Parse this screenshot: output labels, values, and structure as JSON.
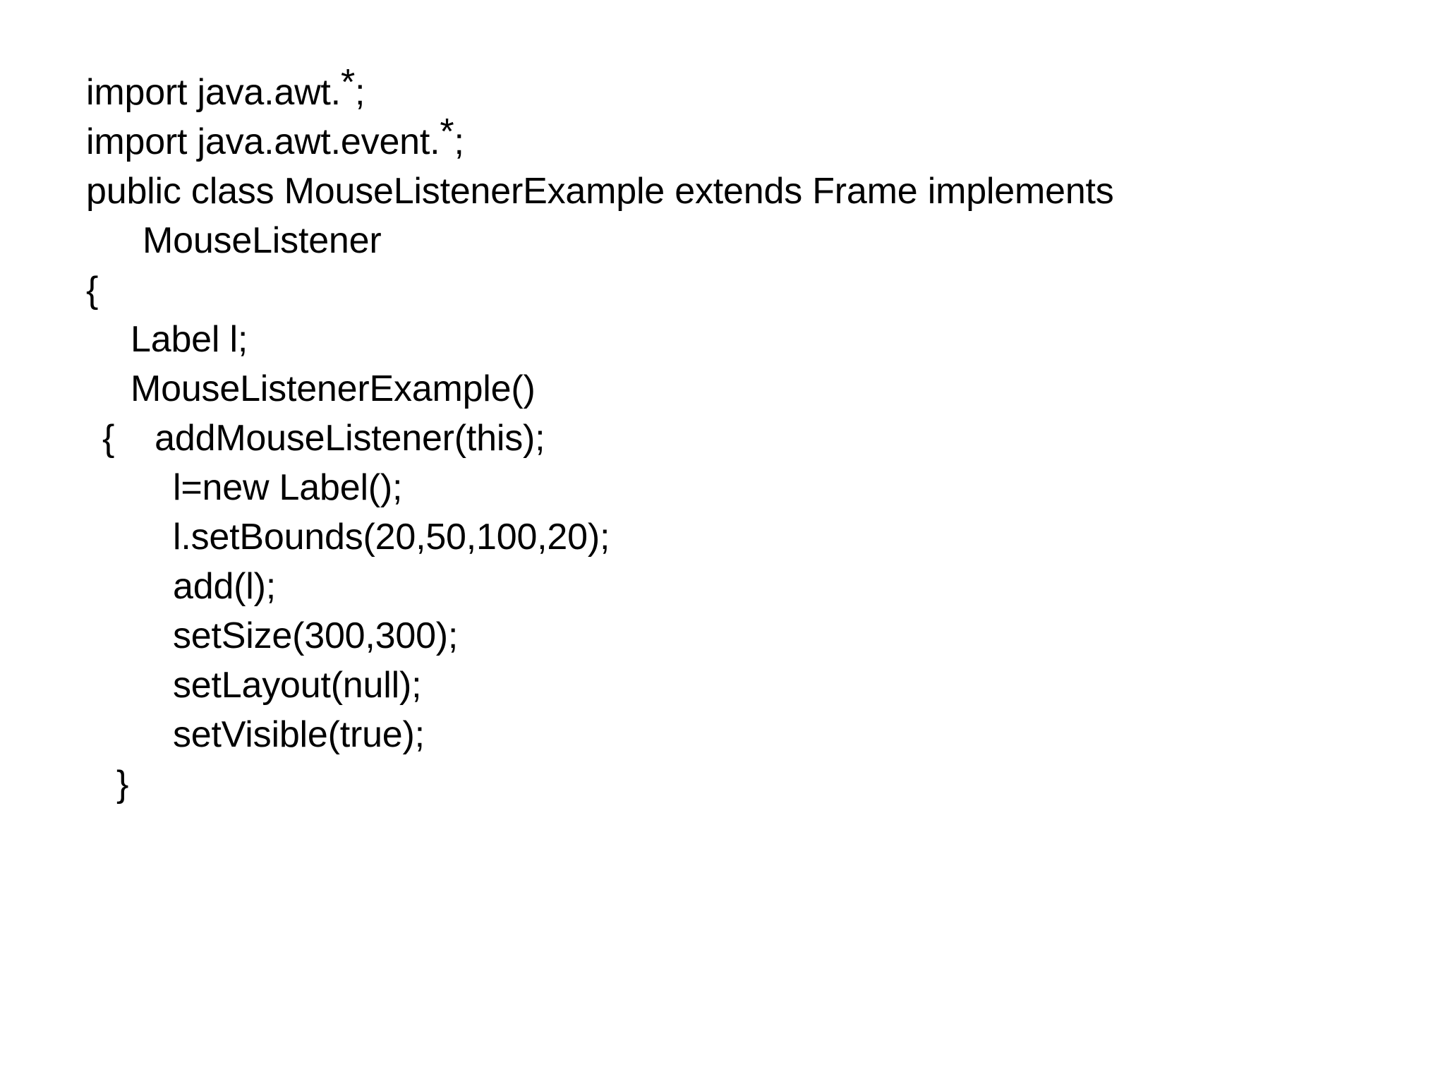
{
  "document": {
    "kind": "code-slide",
    "language": "Java",
    "background_color": "#FFFFFF",
    "text_color": "#000000"
  },
  "code": {
    "lines": [
      {
        "id": "line-1",
        "indent": "ind-0",
        "text": "import java.awt.",
        "suffix": ";",
        "has_star": true
      },
      {
        "id": "line-2",
        "indent": "ind-0",
        "text": "import java.awt.event.",
        "suffix": ";",
        "has_star": true
      },
      {
        "id": "line-3",
        "indent": "ind-0",
        "text": "public class MouseListenerExample extends Frame implements",
        "suffix": "",
        "has_star": false
      },
      {
        "id": "line-4",
        "indent": "ind-4",
        "text": "MouseListener",
        "suffix": "",
        "has_star": false
      },
      {
        "id": "line-5",
        "indent": "ind-0",
        "text": "{",
        "suffix": "",
        "has_star": false
      },
      {
        "id": "line-6",
        "indent": "ind-3",
        "text": "Label l;",
        "suffix": "",
        "has_star": false
      },
      {
        "id": "line-7",
        "indent": "ind-3",
        "text": "MouseListenerExample()",
        "suffix": "",
        "has_star": false
      },
      {
        "id": "line-8",
        "indent": "ind-1",
        "text": "{    addMouseListener(this);",
        "suffix": "",
        "has_star": false
      },
      {
        "id": "line-9",
        "indent": "ind-5",
        "text": "l=new Label();",
        "suffix": "",
        "has_star": false
      },
      {
        "id": "line-10",
        "indent": "ind-5",
        "text": "l.setBounds(20,50,100,20);",
        "suffix": "",
        "has_star": false
      },
      {
        "id": "line-11",
        "indent": "ind-5",
        "text": "add(l);",
        "suffix": "",
        "has_star": false
      },
      {
        "id": "line-12",
        "indent": "ind-5",
        "text": "setSize(300,300);",
        "suffix": "",
        "has_star": false
      },
      {
        "id": "line-13",
        "indent": "ind-5",
        "text": "setLayout(null);",
        "suffix": "",
        "has_star": false
      },
      {
        "id": "line-14",
        "indent": "ind-5",
        "text": "setVisible(true);",
        "suffix": "",
        "has_star": false
      },
      {
        "id": "line-15",
        "indent": "ind-2",
        "text": "}",
        "suffix": "",
        "has_star": false
      }
    ],
    "star_glyph": "*"
  }
}
